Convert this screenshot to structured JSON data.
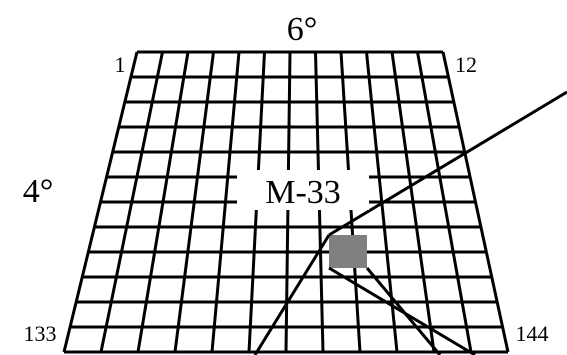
{
  "diagram": {
    "top_angle": "6°",
    "side_angle": "4°",
    "sheet_id": "M-33",
    "corner_labels": {
      "top_left": "1",
      "top_right": "12",
      "bottom_left": "133",
      "bottom_right": "144"
    },
    "grid": {
      "columns": 12,
      "rows": 12
    },
    "highlighted_cell_color": "#808080",
    "line_color": "#000000"
  }
}
